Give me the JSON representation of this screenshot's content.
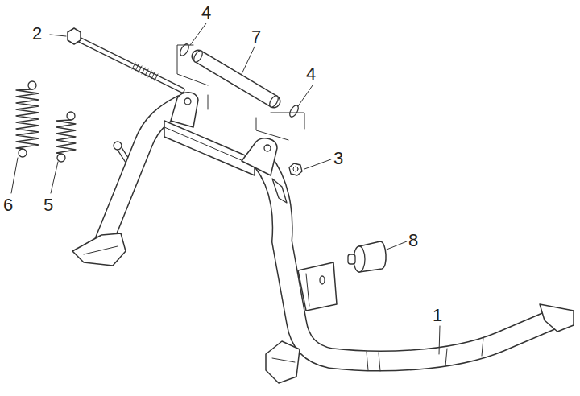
{
  "diagram": {
    "labels": [
      "4",
      "2",
      "7",
      "4",
      "3",
      "6",
      "5",
      "8",
      "1"
    ]
  }
}
